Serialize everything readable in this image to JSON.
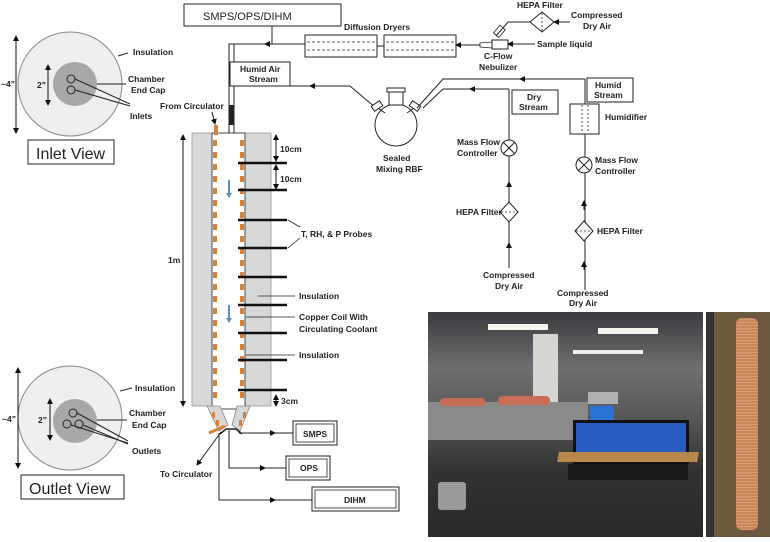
{
  "inlet_view": {
    "title": "Inlet View",
    "outer_dim": "~4”",
    "inner_dim": "2”",
    "labels": {
      "insulation": "Insulation",
      "end_cap_1": "Chamber",
      "end_cap_2": "End Cap",
      "ports": "Inlets"
    }
  },
  "outlet_view": {
    "title": "Outlet View",
    "outer_dim": "~4”",
    "inner_dim": "2”",
    "labels": {
      "insulation": "Insulation",
      "end_cap_1": "Chamber",
      "end_cap_2": "End Cap",
      "ports": "Outlets"
    }
  },
  "top_flow": {
    "instruments_box": "SMPS/OPS/DIHM",
    "diffusion_dryers": "Diffusion Dryers",
    "hepa_filter": "HEPA Filter",
    "compressed_air_1": "Compressed",
    "compressed_air_2": "Dry Air",
    "sample_liquid": "Sample liquid",
    "nebulizer_1": "C-Flow",
    "nebulizer_2": "Nebulizer",
    "humid_air_stream_1": "Humid Air",
    "humid_air_stream_2": "Stream",
    "rbf_1": "Sealed",
    "rbf_2": "Mixing RBF"
  },
  "dry_line": {
    "stream_1": "Dry",
    "stream_2": "Stream",
    "mfc_1": "Mass Flow",
    "mfc_2": "Controller",
    "hepa": "HEPA Filter",
    "air_1": "Compressed",
    "air_2": "Dry Air"
  },
  "humid_line": {
    "stream_1": "Humid",
    "stream_2": "Stream",
    "humidifier": "Humidifier",
    "mfc_1": "Mass Flow",
    "mfc_2": "Controller",
    "hepa": "HEPA Filter",
    "air_1": "Compressed",
    "air_2": "Dry Air"
  },
  "chamber": {
    "from_circulator": "From Circulator",
    "to_circulator": "To Circulator",
    "length": "1m",
    "spacing_1": "10cm",
    "spacing_2": "10cm",
    "bottom_gap": "3cm",
    "probes": "T, RH, & P Probes",
    "insulation_1": "Insulation",
    "coil_1": "Copper Coil With",
    "coil_2": "Circulating Coolant",
    "insulation_2": "Insulation"
  },
  "outputs": [
    "SMPS",
    "OPS",
    "DIHM"
  ],
  "colors": {
    "copper": "#d9823b",
    "insulation": "#d8d8d8",
    "endcap": "#a8a8a8",
    "flow_arrow": "#5b8fc2"
  }
}
